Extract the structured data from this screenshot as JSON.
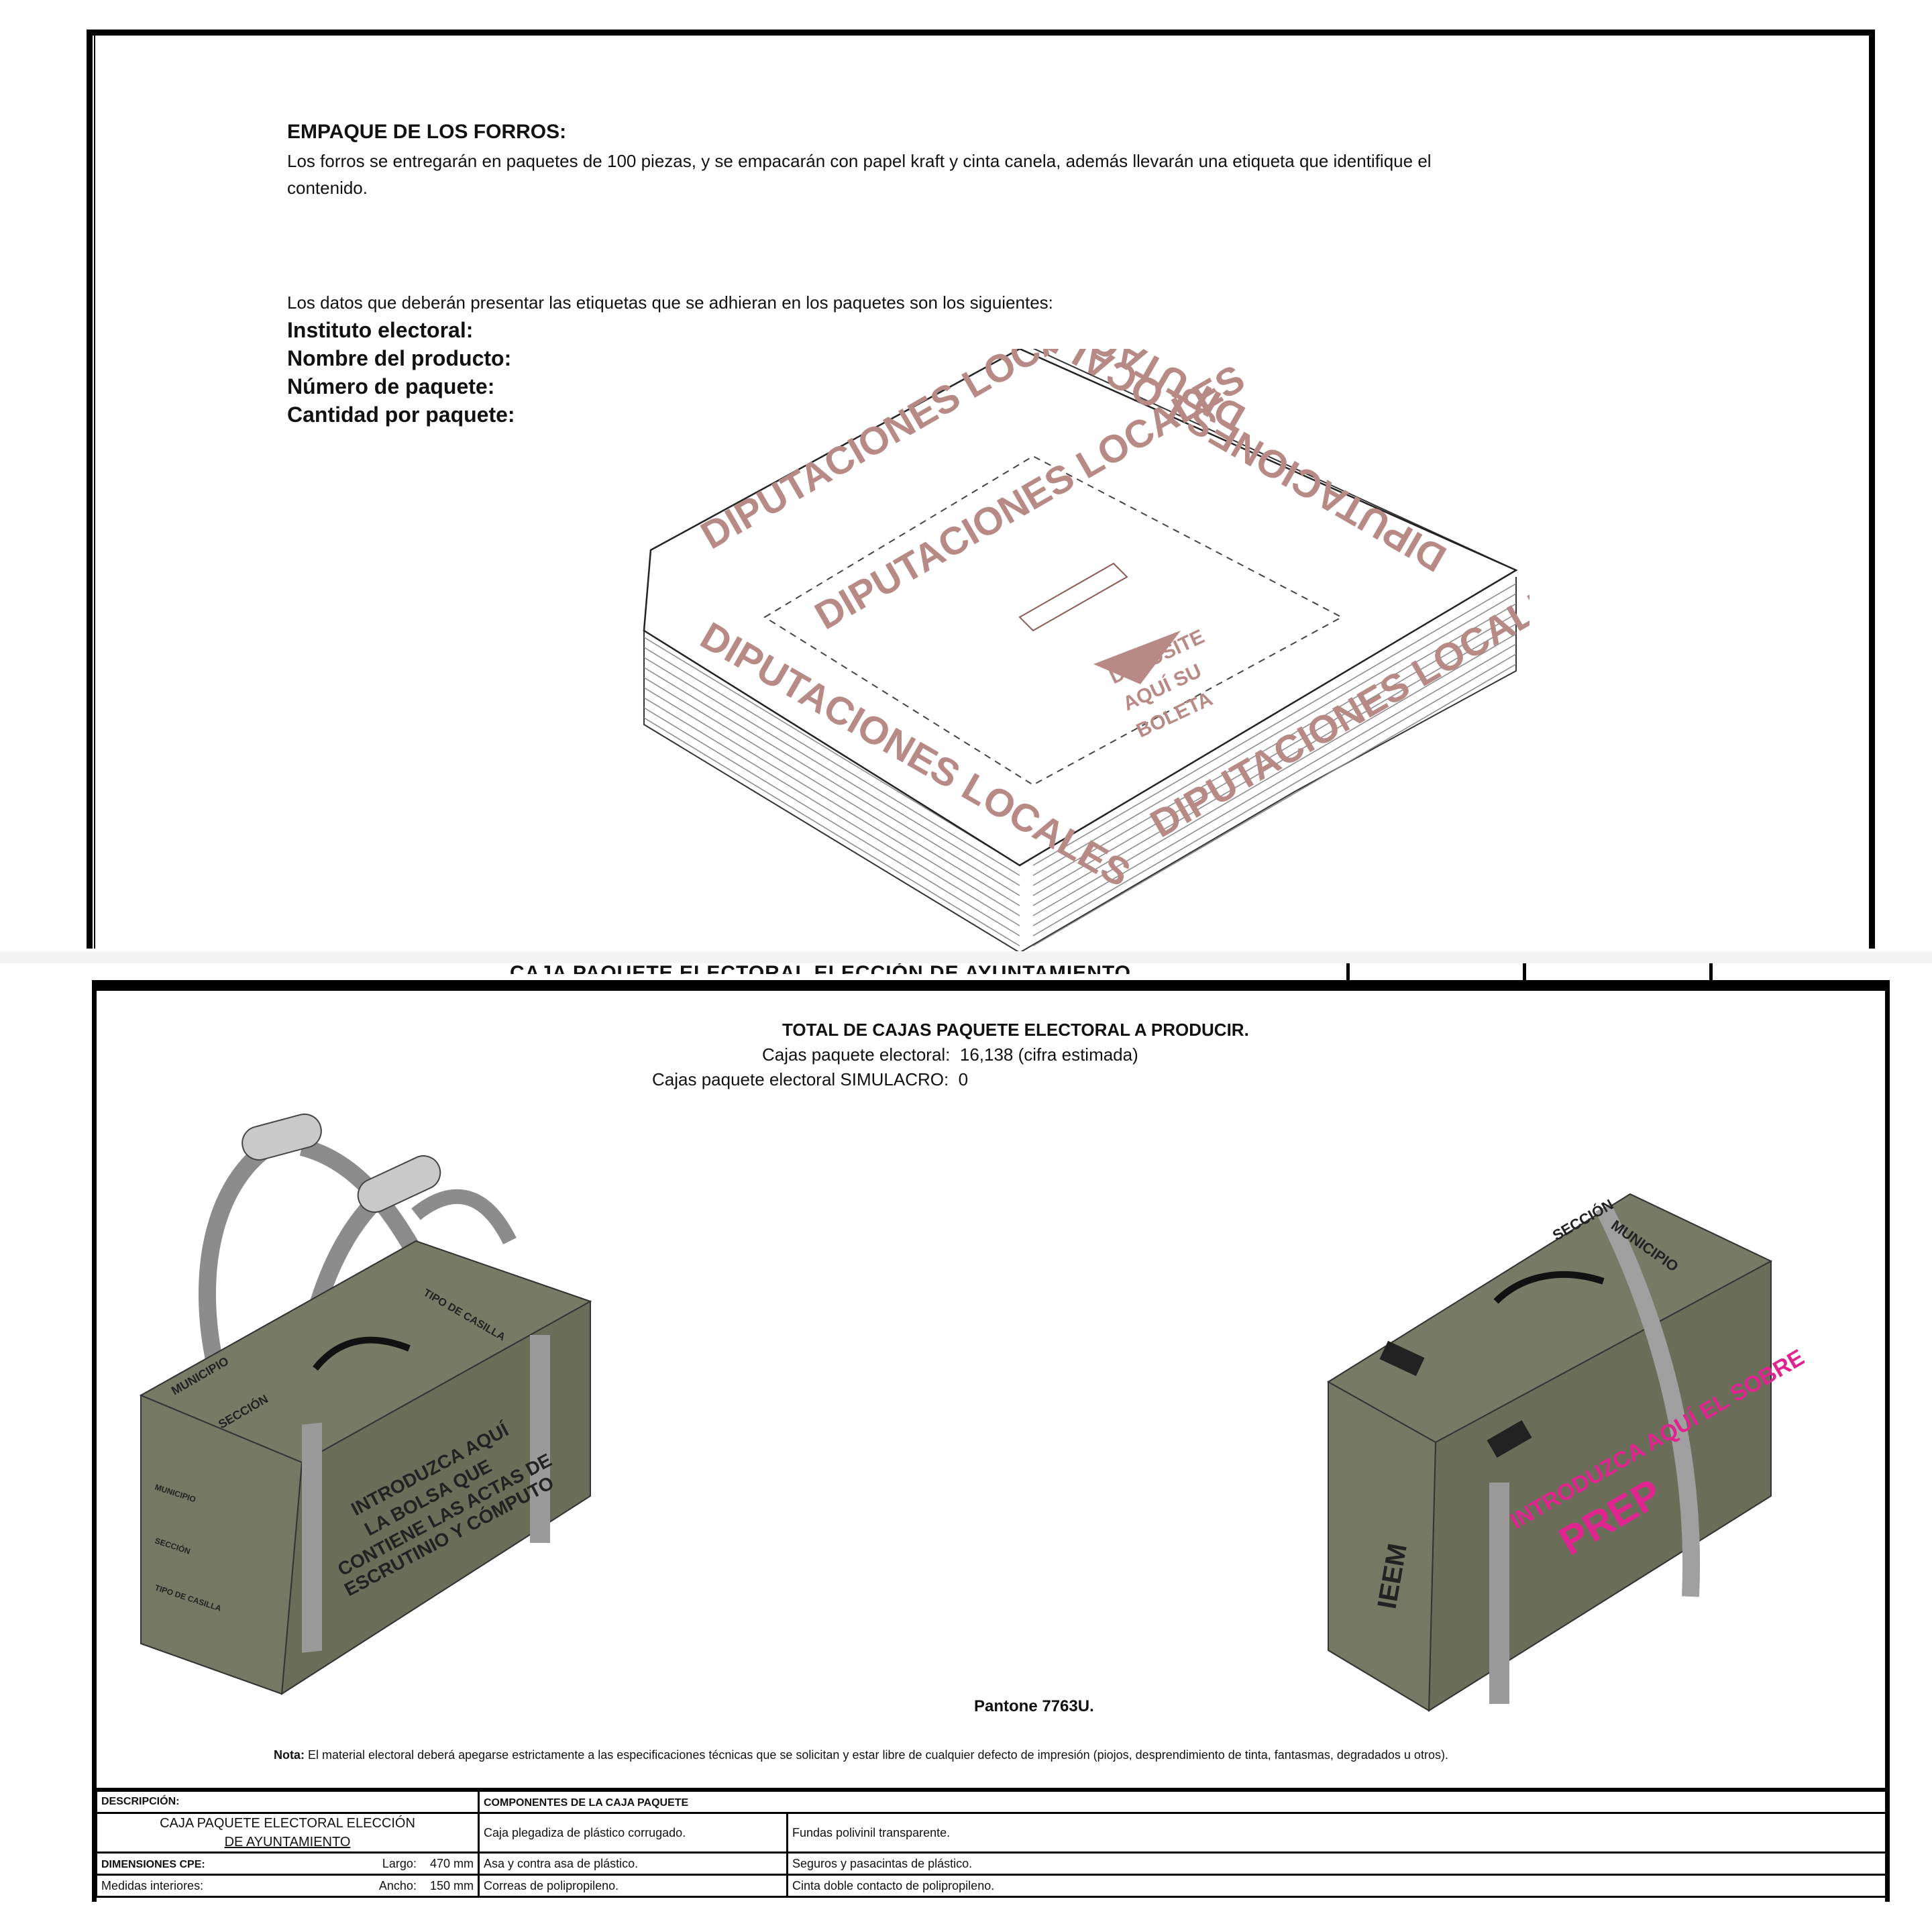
{
  "top": {
    "heading": "EMPAQUE DE LOS FORROS:",
    "para_line1": "Los forros se entregarán en paquetes de 100 piezas, y se empacarán con papel kraft y cinta canela, además llevarán una etiqueta que identifique el",
    "para_line2": "contenido.",
    "intro": "Los datos que deberán presentar las etiquetas que se adhieran en los paquetes son los siguientes:",
    "fields": [
      "Instituto electoral:",
      "Nombre del producto:",
      "Número de paquete:",
      "Cantidad por paquete:"
    ],
    "drawing": {
      "panel_text": "DIPUTACIONES LOCALES",
      "slot_text_1": "DEPOSITE",
      "slot_text_2": "AQUÍ SU",
      "slot_text_3": "BOLETA",
      "accent": "#b88a86"
    }
  },
  "bottom": {
    "cut_title": "CAJA PAQUETE ELECTORAL ELECCIÓN DE AYUNTAMIENTO",
    "total_title": "TOTAL DE CAJAS PAQUETE ELECTORAL A PRODUCIR.",
    "line1_label": "Cajas paquete electoral:",
    "line1_value": "16,138 (cifra estimada)",
    "line2_label": "Cajas paquete electoral SIMULACRO:",
    "line2_value": "0",
    "pantone": "Pantone 7763U.",
    "nota_label": "Nota:",
    "nota_text": "El material electoral deberá apegarse estrictamente a las especificaciones técnicas que se solicitan y estar libre de cualquier defecto de impresión (piojos, desprendimiento de tinta, fantasmas, degradados u otros).",
    "box_left": {
      "label_municipio": "MUNICIPIO",
      "label_seccion": "SECCIÓN",
      "label_tipo": "TIPO DE CASILLA",
      "front_text_1": "INTRODUZCA AQUÍ",
      "front_text_2": "LA BOLSA QUE",
      "front_text_3": "CONTIENE LAS ACTAS DE",
      "front_text_4": "ESCRUTINIO Y CÓMPUTO",
      "color": "#6f735e"
    },
    "box_right": {
      "label_municipio": "MUNICIPIO",
      "label_seccion": "SECCIÓN",
      "brand": "IEEM",
      "magenta_text_1": "INTRODUZCA AQUÍ EL SOBRE",
      "magenta_text_2": "PREP",
      "magenta": "#e0248f"
    },
    "table": {
      "descripcion_label": "DESCRIPCIÓN:",
      "descripcion_value_1": "CAJA PAQUETE ELECTORAL ELECCIÓN",
      "descripcion_value_2": "DE AYUNTAMIENTO",
      "dimensiones_label": "DIMENSIONES CPE:",
      "medidas_label": "Medidas interiores:",
      "largo_label": "Largo:",
      "largo_value": "470 mm",
      "ancho_label": "Ancho:",
      "ancho_value": "150 mm",
      "componentes_label": "COMPONENTES DE LA CAJA PAQUETE",
      "comp": [
        [
          "Caja plegadiza de plástico corrugado.",
          "Fundas polivinil transparente."
        ],
        [
          "Asa y contra asa de plástico.",
          "Seguros y pasacintas de plástico."
        ],
        [
          "Correas de polipropileno.",
          "Cinta doble contacto de polipropileno."
        ]
      ]
    }
  }
}
